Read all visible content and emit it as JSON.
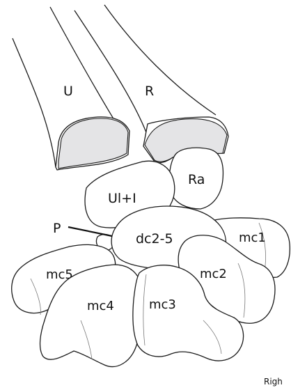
{
  "labels": {
    "ulna": "U",
    "radius": "R",
    "radiale": "Ra",
    "ulnare_intermedium": "Ul+I",
    "pisiform": "P",
    "distal_carpals": "dc2-5",
    "mc1": "mc1",
    "mc2": "mc2",
    "mc3": "mc3",
    "mc4": "mc4",
    "mc5": "mc5",
    "corner_caption": "Righ"
  },
  "colors": {
    "articular_shading": "#e4e4e6",
    "outline": "#1a1a1a",
    "background": "#ffffff"
  }
}
